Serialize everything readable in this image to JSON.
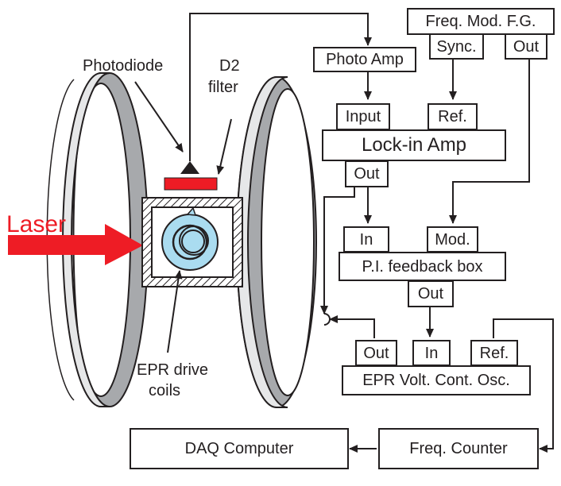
{
  "labels": {
    "photodiode": "Photodiode",
    "d2_line1": "D2",
    "d2_line2": "filter",
    "laser": "Laser",
    "epr_line1": "EPR drive",
    "epr_line2": "coils"
  },
  "boxes": {
    "freq_mod_fg": "Freq. Mod. F.G.",
    "sync": "Sync.",
    "fg_out": "Out",
    "photo_amp": "Photo Amp",
    "lockin_input": "Input",
    "lockin_ref": "Ref.",
    "lockin_amp": "Lock-in Amp",
    "lockin_out": "Out",
    "pi_in": "In",
    "pi_mod": "Mod.",
    "pi_box": "P.I. feedback box",
    "pi_out": "Out",
    "vco_out": "Out",
    "vco_in": "In",
    "vco_ref": "Ref.",
    "vco": "EPR Volt. Cont. Osc.",
    "daq": "DAQ Computer",
    "freq_counter": "Freq. Counter"
  },
  "colors": {
    "line": "#231f20",
    "laser_red": "#ee1c25",
    "coil_face": "#e6e7e8",
    "coil_inner": "#a7a9ac",
    "cell_blue": "#aadcf0"
  }
}
